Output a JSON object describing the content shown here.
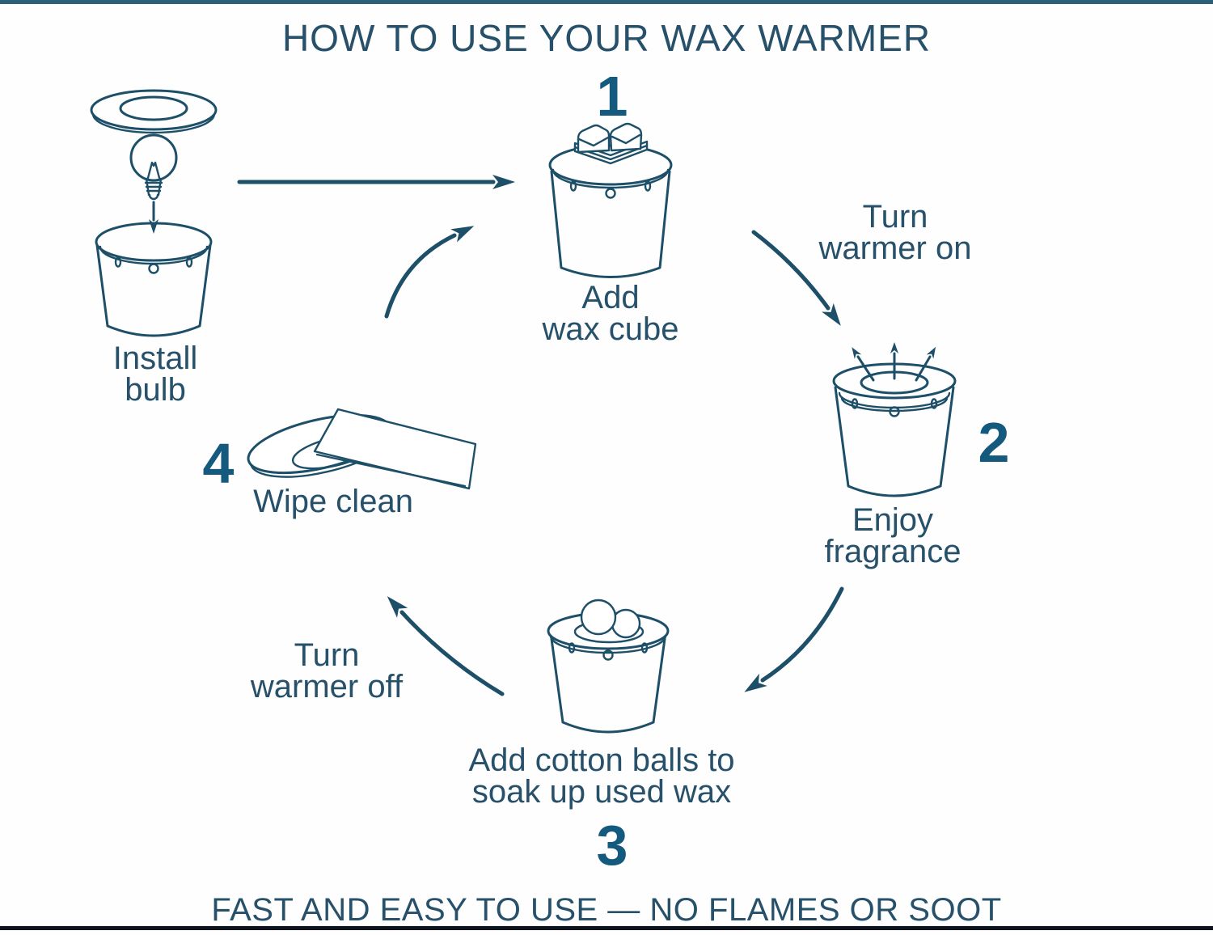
{
  "page": {
    "title": "HOW TO USE YOUR WAX WARMER",
    "footer": "FAST AND EASY TO USE — NO FLAMES OR SOOT"
  },
  "pre_step": {
    "line1": "Install",
    "line2": "bulb"
  },
  "steps": [
    {
      "number": "1",
      "line1": "Add",
      "line2": "wax cube"
    },
    {
      "number": "2",
      "line1": "Enjoy",
      "line2": "fragrance"
    },
    {
      "number": "3",
      "line1": "Add cotton balls to",
      "line2": "soak up used wax"
    },
    {
      "number": "4",
      "line1": "Wipe clean",
      "line2": ""
    }
  ],
  "transitions": {
    "on": {
      "line1": "Turn",
      "line2": "warmer on"
    },
    "off": {
      "line1": "Turn",
      "line2": "warmer off"
    }
  },
  "illustrations": {
    "install_bulb": "lid, light bulb lowered into warmer body",
    "step1": "warmer with two wax cubes on top dish",
    "step2": "warmer releasing fragrance shown by three arrows",
    "step3": "warmer with cotton balls on top dish",
    "step4": "tilted dish being wiped with a cloth"
  },
  "colors": {
    "background": "#fefefe",
    "ink": "#1d4f68",
    "text": "#27506a",
    "number": "#135a7e",
    "top_border": "#2b607a",
    "bottom_border": "#0e141d"
  }
}
